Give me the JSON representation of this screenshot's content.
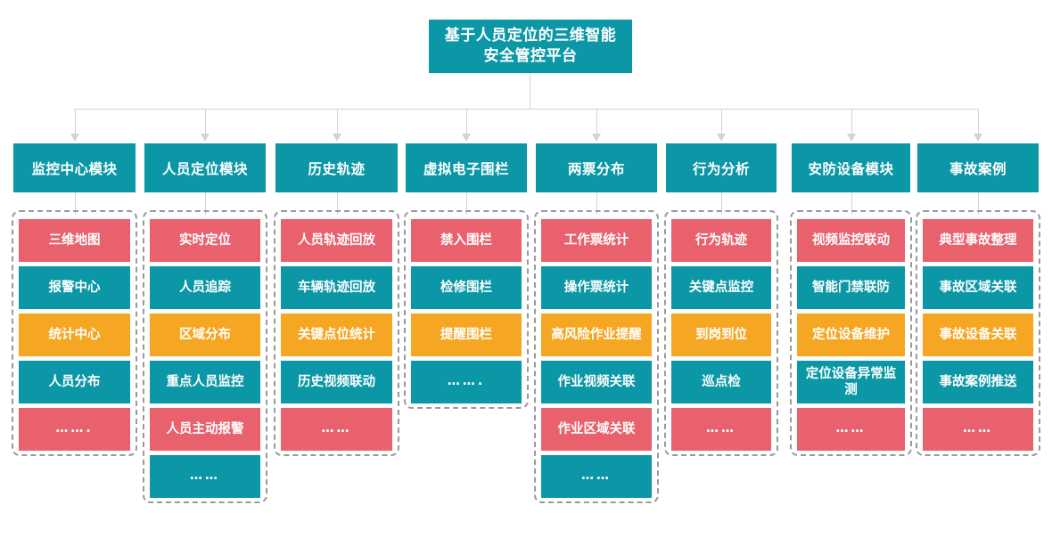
{
  "colors": {
    "teal": "#0c97a6",
    "red": "#e8616c",
    "orange": "#f5a623",
    "connector": "#d2d4d4",
    "dashed_border": "#9a9a9a",
    "background": "#ffffff",
    "text_on_fill": "#ffffff"
  },
  "root": {
    "title": "基于人员定位的三维智能安全管控平台"
  },
  "columns": [
    {
      "header": "监控中心模块",
      "items": [
        {
          "label": "三维地图",
          "color": "red"
        },
        {
          "label": "报警中心",
          "color": "teal"
        },
        {
          "label": "统计中心",
          "color": "orange"
        },
        {
          "label": "人员分布",
          "color": "teal"
        },
        {
          "label": "…….",
          "color": "red"
        }
      ]
    },
    {
      "header": "人员定位模块",
      "items": [
        {
          "label": "实时定位",
          "color": "red"
        },
        {
          "label": "人员追踪",
          "color": "teal"
        },
        {
          "label": "区域分布",
          "color": "orange"
        },
        {
          "label": "重点人员监控",
          "color": "teal"
        },
        {
          "label": "人员主动报警",
          "color": "red"
        },
        {
          "label": "……",
          "color": "teal"
        }
      ]
    },
    {
      "header": "历史轨迹",
      "items": [
        {
          "label": "人员轨迹回放",
          "color": "red"
        },
        {
          "label": "车辆轨迹回放",
          "color": "teal"
        },
        {
          "label": "关键点位统计",
          "color": "orange"
        },
        {
          "label": "历史视频联动",
          "color": "teal"
        },
        {
          "label": "……",
          "color": "red"
        }
      ]
    },
    {
      "header": "虚拟电子围栏",
      "items": [
        {
          "label": "禁入围栏",
          "color": "red"
        },
        {
          "label": "检修围栏",
          "color": "teal"
        },
        {
          "label": "提醒围栏",
          "color": "orange"
        },
        {
          "label": "…….",
          "color": "teal"
        }
      ]
    },
    {
      "header": "两票分布",
      "items": [
        {
          "label": "工作票统计",
          "color": "red"
        },
        {
          "label": "操作票统计",
          "color": "teal"
        },
        {
          "label": "高风险作业提醒",
          "color": "orange"
        },
        {
          "label": "作业视频关联",
          "color": "teal"
        },
        {
          "label": "作业区域关联",
          "color": "red"
        },
        {
          "label": "……",
          "color": "teal"
        }
      ]
    },
    {
      "header": "行为分析",
      "items": [
        {
          "label": "行为轨迹",
          "color": "red"
        },
        {
          "label": "关键点监控",
          "color": "teal"
        },
        {
          "label": "到岗到位",
          "color": "orange"
        },
        {
          "label": "巡点检",
          "color": "teal"
        },
        {
          "label": "……",
          "color": "red"
        }
      ]
    },
    {
      "header": "安防设备模块",
      "items": [
        {
          "label": "视频监控联动",
          "color": "red"
        },
        {
          "label": "智能门禁联防",
          "color": "teal"
        },
        {
          "label": "定位设备维护",
          "color": "orange"
        },
        {
          "label": "定位设备异常监测",
          "color": "teal"
        },
        {
          "label": "……",
          "color": "red"
        }
      ]
    },
    {
      "header": "事故案例",
      "items": [
        {
          "label": "典型事故整理",
          "color": "red"
        },
        {
          "label": "事故区域关联",
          "color": "teal"
        },
        {
          "label": "事故设备关联",
          "color": "orange"
        },
        {
          "label": "事故案例推送",
          "color": "teal"
        },
        {
          "label": "……",
          "color": "red"
        }
      ]
    }
  ],
  "layout": {
    "column_x": [
      15,
      162,
      309,
      455,
      601,
      747,
      888,
      1029
    ],
    "column_w": [
      137,
      136,
      137,
      136,
      136,
      124,
      133,
      136
    ],
    "group_x": [
      13,
      160,
      307,
      453,
      599,
      745,
      886,
      1027
    ],
    "group_w": [
      141,
      140,
      141,
      140,
      140,
      128,
      137,
      140
    ]
  }
}
